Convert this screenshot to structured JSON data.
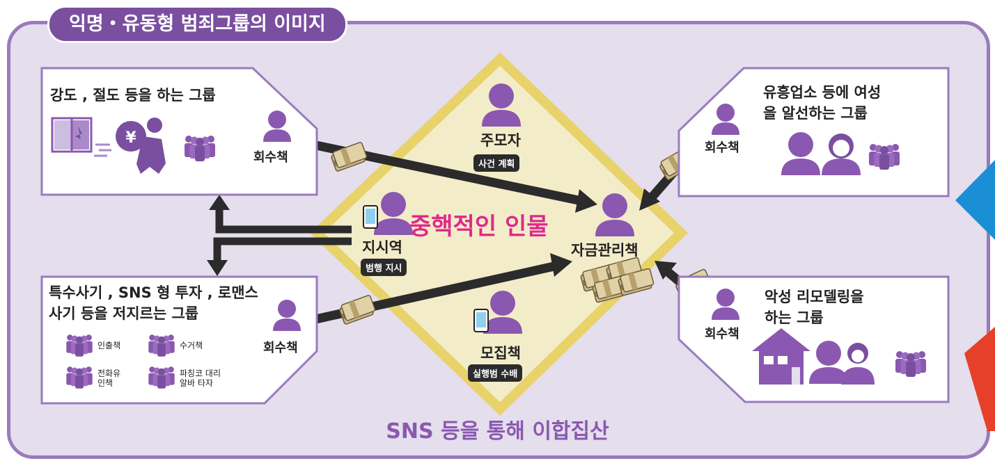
{
  "title": "익명・유동형 범죄그룹의 이미지",
  "bottom_caption": "SNS 등을 통해 이합집산",
  "center": {
    "label": "중핵적인 인물",
    "planner": {
      "name": "주모자",
      "role": "사건 계획"
    },
    "commander": {
      "name": "지시역",
      "role": "범행 지시"
    },
    "recruiter": {
      "name": "모집책",
      "role": "실행범 수배"
    },
    "treasurer": {
      "name": "자금관리책"
    }
  },
  "groups": {
    "robbery": {
      "title": "강도 , 절도 등을 하는 그룹",
      "collector": "회수책"
    },
    "fraud": {
      "title_line1": "특수사기 , SNS 형 투자 , 로맨스",
      "title_line2": "사기 등을 저지르는 그룹",
      "collector": "회수책",
      "roles": [
        "인출책",
        "수거책",
        "전화유\n인책",
        "파칭코 대리\n알바 타자"
      ]
    },
    "entertainment": {
      "title_line1": "유흥업소 등에 여성",
      "title_line2": "을 알선하는 그룹",
      "collector": "회수책"
    },
    "remodel": {
      "title_line1": "악성 리모델링을",
      "title_line2": "하는 그룹",
      "collector": "회수책"
    }
  },
  "colors": {
    "purple": "#8a58b0",
    "frame": "#9a7bbc",
    "diamond_fill": "#f3ecc9",
    "diamond_border": "#e8d26a",
    "accent_pink": "#e0288a"
  },
  "icons": [
    "person-icon",
    "money-bundle-icon",
    "smartphone-icon",
    "house-icon",
    "window-icon",
    "thief-icon",
    "group-icon",
    "arrow-icon"
  ]
}
